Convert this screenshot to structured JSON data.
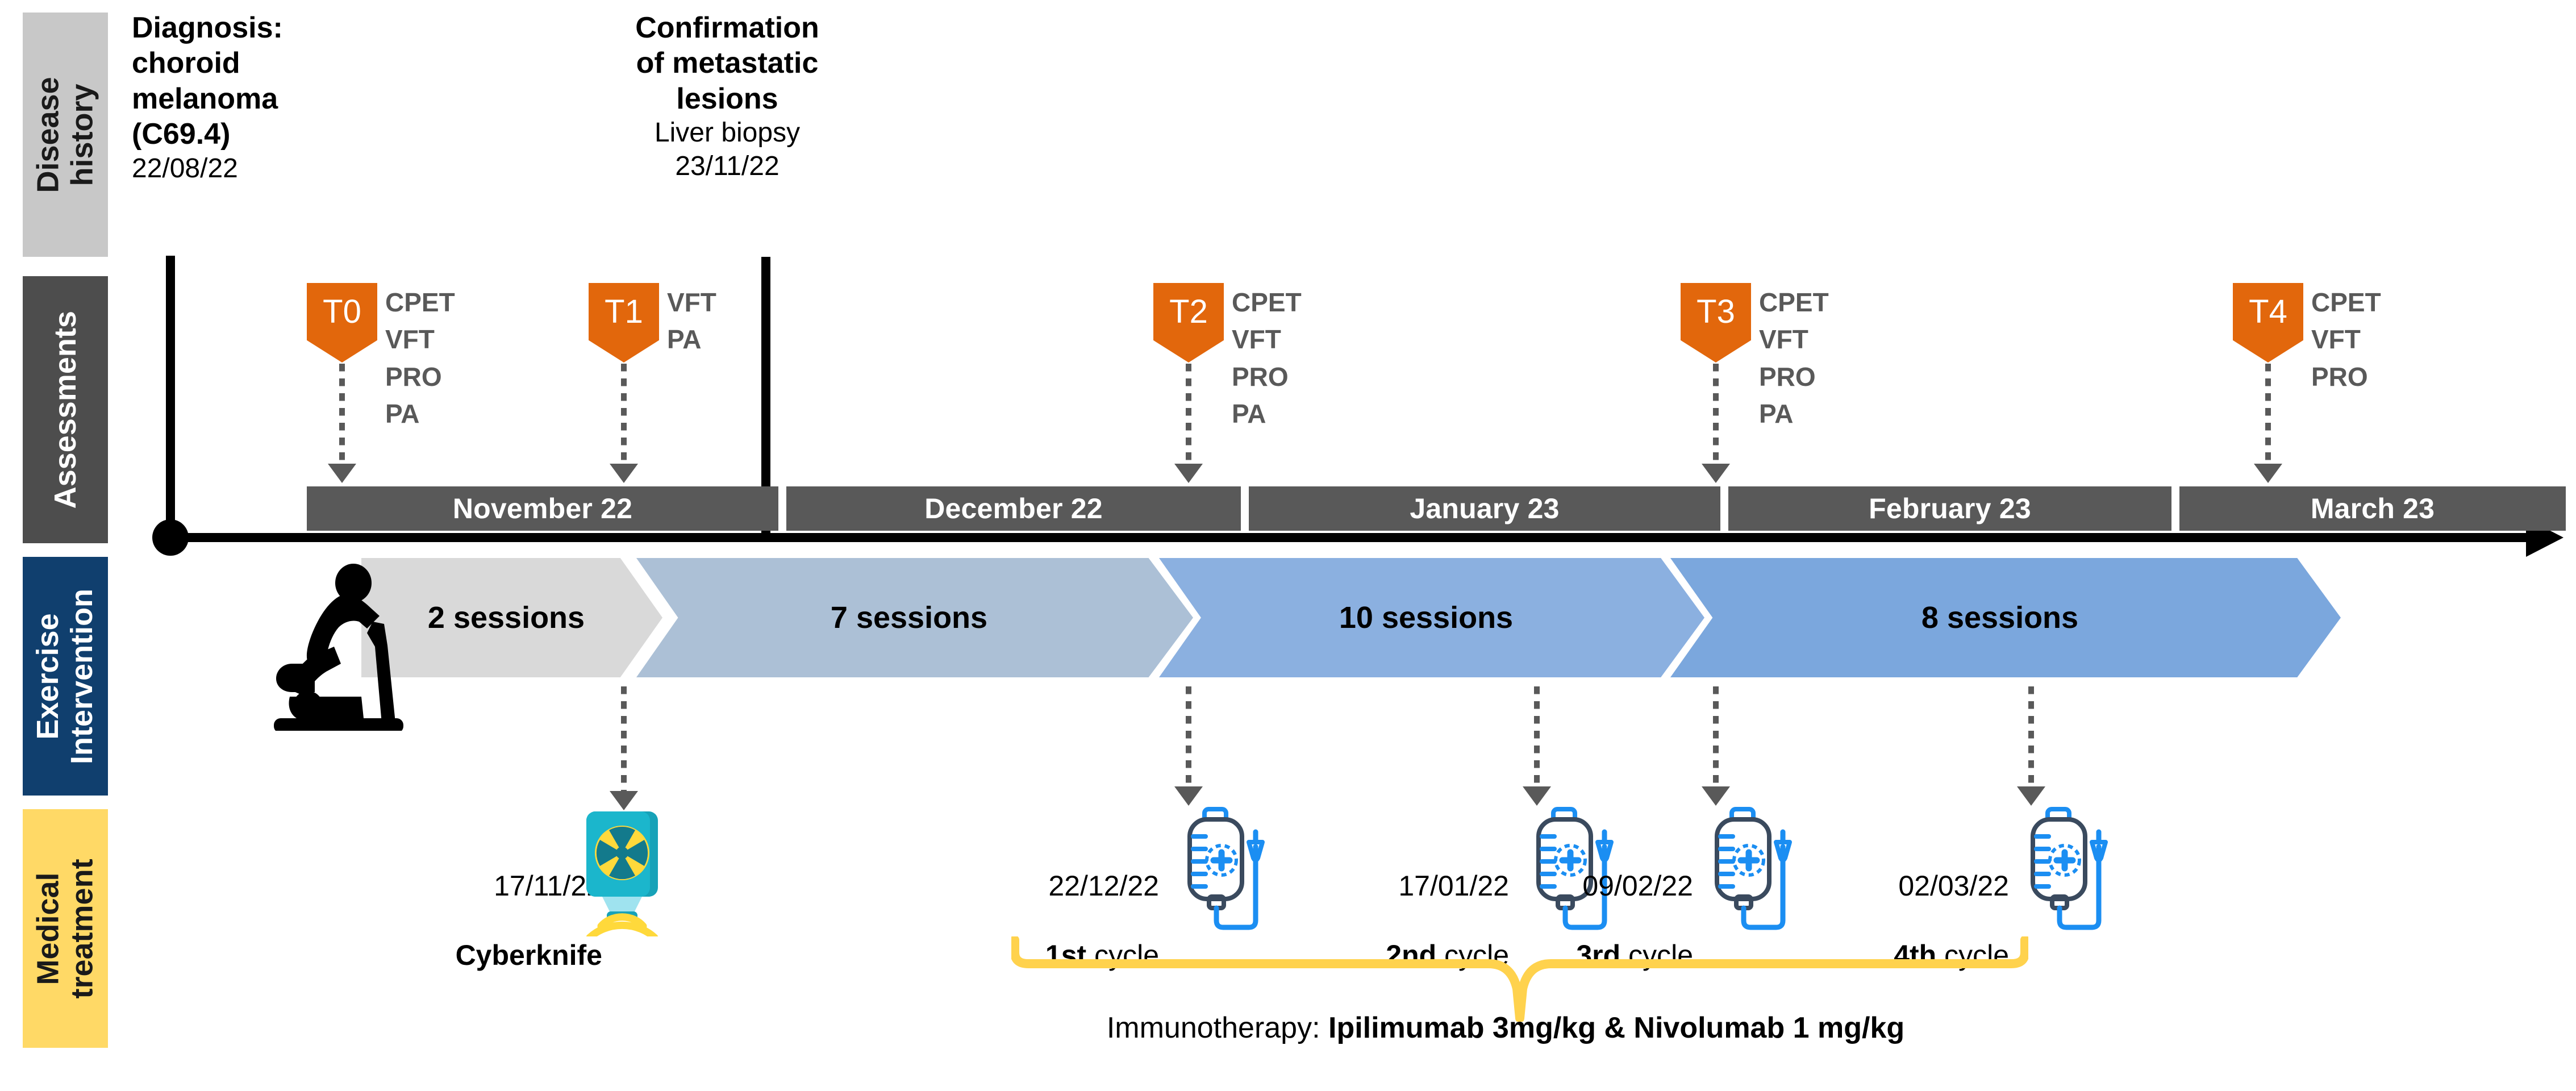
{
  "rows": {
    "disease_history": "Disease\nhistory",
    "assessments": "Assessments",
    "exercise_intervention": "Exercise\nIntervention",
    "medical_treatment": "Medical\ntreatment"
  },
  "disease_events": [
    {
      "title": "Diagnosis:\nchoroid\nmelanoma\n(C69.4)",
      "sub": "22/08/22"
    },
    {
      "title": "Confirmation\nof metastatic\nlesions",
      "sub": "Liver biopsy\n23/11/22"
    }
  ],
  "assessments": [
    {
      "id": "T0",
      "labels": "CPET\nVFT\nPRO\nPA"
    },
    {
      "id": "T1",
      "labels": "VFT\nPA"
    },
    {
      "id": "T2",
      "labels": "CPET\nVFT\nPRO\nPA"
    },
    {
      "id": "T3",
      "labels": "CPET\nVFT\nPRO\nPA"
    },
    {
      "id": "T4",
      "labels": "CPET\nVFT\nPRO"
    }
  ],
  "months": [
    "November 22",
    "December 22",
    "January 23",
    "February 23",
    "March 23"
  ],
  "exercise_blocks": [
    {
      "label": "2 sessions",
      "color": "#d9d9d9"
    },
    {
      "label": "7 sessions",
      "color": "#acc0d6"
    },
    {
      "label": "10 sessions",
      "color": "#8bb0e0"
    },
    {
      "label": "8 sessions",
      "color": "#7ba7dd"
    }
  ],
  "medical_events": [
    {
      "date": "17/11/22",
      "name": "Cyberknife",
      "bold_prefix": "",
      "rest": "",
      "icon": "radiotherapy-machine-icon"
    },
    {
      "date": "22/12/22",
      "name": "",
      "bold_prefix": "1st",
      "rest": " cycle",
      "icon": "iv-bag-icon"
    },
    {
      "date": "17/01/22",
      "name": "",
      "bold_prefix": "2nd",
      "rest": " cycle",
      "icon": "iv-bag-icon"
    },
    {
      "date": "09/02/22",
      "name": "",
      "bold_prefix": "3rd",
      "rest": " cycle",
      "icon": "iv-bag-icon"
    },
    {
      "date": "02/03/22",
      "name": "",
      "bold_prefix": "4th",
      "rest": " cycle",
      "icon": "iv-bag-icon"
    }
  ],
  "immunotherapy": {
    "prefix": "Immunotherapy: ",
    "drugs": "Ipilimumab 3mg/kg & Nivolumab 1 mg/kg"
  },
  "colors": {
    "disease_chip": "#c8c8c8",
    "assessment_chip": "#4d4d4d",
    "exercise_chip": "#103f6e",
    "medical_chip": "#ffd966",
    "pennant": "#e2670c",
    "month_bar": "#595959",
    "brace": "#ffd24d",
    "iv_blue": "#1b8ef2",
    "iv_outline": "#3a4a5e",
    "cyberknife_teal": "#17a2b8",
    "cyberknife_yellow": "#ffd93b"
  }
}
